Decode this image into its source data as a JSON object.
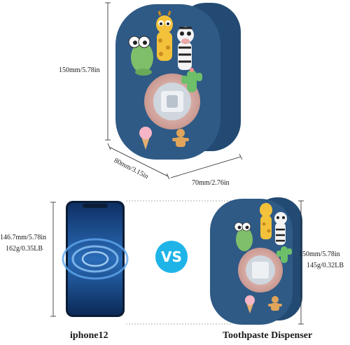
{
  "top_product": {
    "height_label": "150mm/5.78in",
    "depth_label": "80mm/3.15in",
    "width_label": "70mm/2.76in"
  },
  "comparison": {
    "phone": {
      "dimension_label": "146.7mm/5.78in",
      "weight_label": "162g/0.35LB",
      "caption": "iphone12"
    },
    "vs_label": "VS",
    "dispenser": {
      "dimension_label": "150mm/5.78in",
      "weight_label": "145g/0.32LB",
      "caption": "Toothpaste Dispenser"
    }
  },
  "colors": {
    "dispenser_blue": "#2f5a86",
    "dispenser_blue_dark": "#234a72",
    "nozzle_pink": "#e6b8b0",
    "vs_badge": "#1fb4e8",
    "phone_screen": "#1c4f8f"
  },
  "icons": [
    "dispenser-illustration",
    "iphone-illustration",
    "frog-figurine",
    "giraffe-figurine",
    "zebra-figurine",
    "cactus-figurine",
    "icecream-figurine",
    "gingerbread-figurine"
  ]
}
